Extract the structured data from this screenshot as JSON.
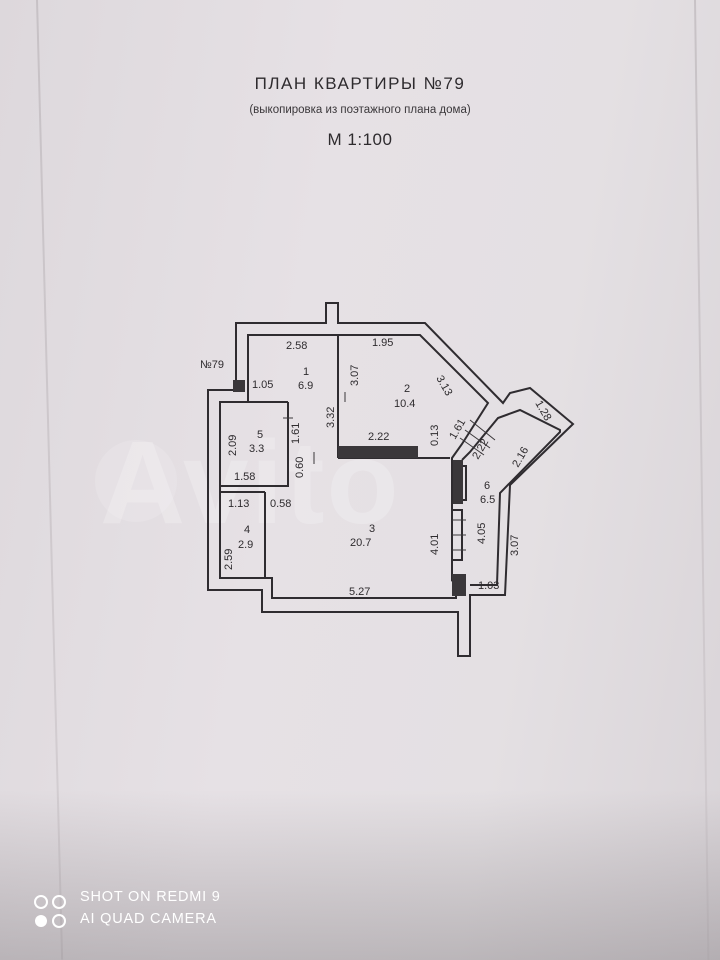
{
  "document": {
    "title": "ПЛАН КВАРТИРЫ №79",
    "subtitle": "(выкопировка из поэтажного плана дома)",
    "scale": "М 1:100"
  },
  "plan": {
    "apartment_label": "№79",
    "dimensions": [
      "2.58",
      "1.95",
      "3.13",
      "1.28",
      "2.16",
      "1.05",
      "3.07",
      "3.32",
      "1.61",
      "2.09",
      "0.13",
      "2.22",
      "1.61",
      "2.22",
      "1.58",
      "0.60",
      "1.13",
      "0.58",
      "2.59",
      "4.01",
      "4.05",
      "3.07",
      "5.27",
      "1.03"
    ],
    "rooms": [
      {
        "number": "1",
        "area": "6.9"
      },
      {
        "number": "2",
        "area": "10.4"
      },
      {
        "number": "3",
        "area": "20.7"
      },
      {
        "number": "4",
        "area": "2.9"
      },
      {
        "number": "5",
        "area": "3.3"
      },
      {
        "number": "6",
        "area": "6.5"
      }
    ]
  },
  "watermark": "Avito",
  "camera_stamp": {
    "line1": "SHOT ON REDMI 9",
    "line2": "AI QUAD CAMERA"
  }
}
